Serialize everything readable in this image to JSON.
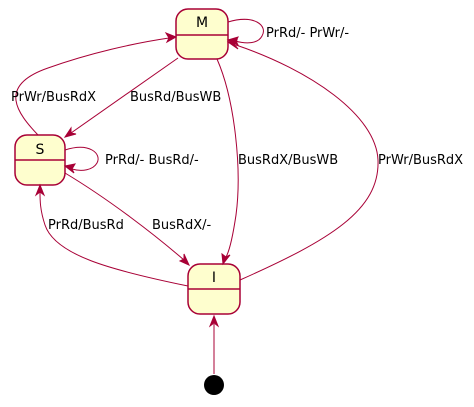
{
  "states": {
    "m": {
      "name": "M"
    },
    "s": {
      "name": "S"
    },
    "i": {
      "name": "I"
    }
  },
  "transitions": {
    "m_self": "PrRd/- PrWr/-",
    "m_to_s": "BusRd/BusWB",
    "m_to_i": "BusRdX/BusWB",
    "s_to_m": "PrWr/BusRdX",
    "s_self": "PrRd/- BusRd/-",
    "s_to_i": "BusRdX/-",
    "i_to_s": "PrRd/BusRd",
    "i_to_m": "PrWr/BusRdX"
  },
  "colors": {
    "state_fill": "#fefece",
    "state_border": "#a80036",
    "edge": "#a80036",
    "start": "#000000"
  }
}
